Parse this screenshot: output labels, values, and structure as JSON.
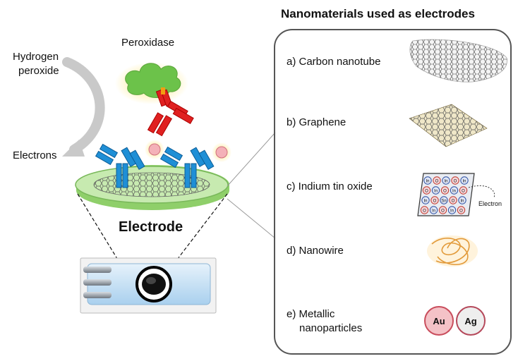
{
  "left": {
    "hydrogen_peroxide": [
      "Hydrogen",
      "peroxide"
    ],
    "peroxidase": "Peroxidase",
    "electrons": "Electrons",
    "electrode": "Electrode"
  },
  "panel": {
    "title": "Nanomaterials used as electrodes",
    "items": [
      {
        "label": "a) Carbon nanotube"
      },
      {
        "label": "b) Graphene"
      },
      {
        "label": "c) Indium tin oxide"
      },
      {
        "label": "d) Nanowire"
      },
      {
        "label": "e) Metallic",
        "label2": "nanoparticles"
      }
    ],
    "ito": {
      "electron_label": "Electron",
      "atoms": [
        "In",
        "O",
        "Sn"
      ]
    },
    "metals": [
      "Au",
      "Ag"
    ]
  },
  "colors": {
    "antibody_blue": "#1f8fd6",
    "antibody_red": "#e02020",
    "peroxidase_green": "#6cc24a",
    "electrode_green": "#a5d98a",
    "chip_blue": "#cfe6f7",
    "particle_pink": "#f4b1b8"
  }
}
